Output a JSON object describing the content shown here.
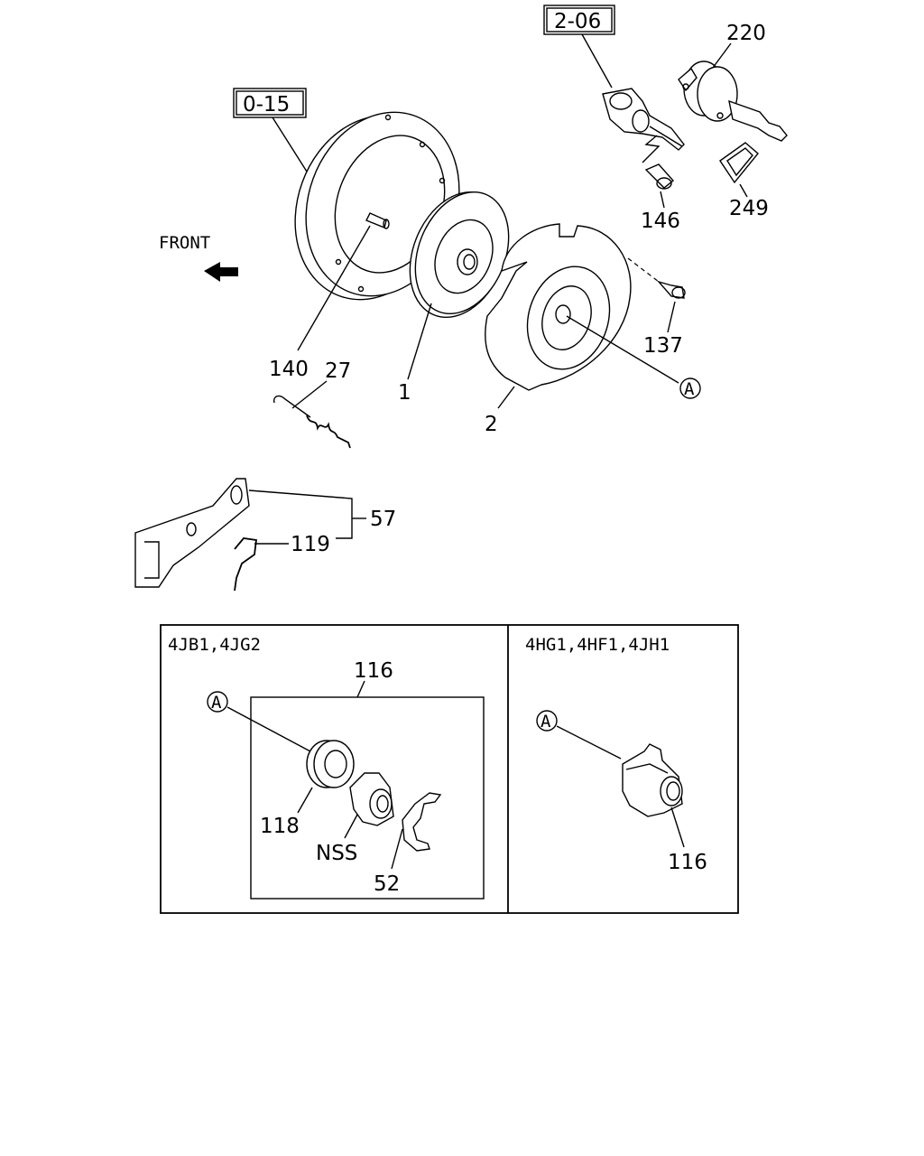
{
  "refs": {
    "ref_0_15": "0-15",
    "ref_2_06": "2-06"
  },
  "front_label": "FRONT",
  "callouts": {
    "c220": "220",
    "c146": "146",
    "c249": "249",
    "c140": "140",
    "c1": "1",
    "c137": "137",
    "c2": "2",
    "c27": "27",
    "c57": "57",
    "c119": "119",
    "circle_a": "A"
  },
  "panels": {
    "left": {
      "title": "4JB1,4JG2",
      "c116": "116",
      "circle_a": "A",
      "c118": "118",
      "nss": "NSS",
      "c52": "52"
    },
    "right": {
      "title": "4HG1,4HF1,4JH1",
      "circle_a": "A",
      "c116": "116"
    }
  }
}
